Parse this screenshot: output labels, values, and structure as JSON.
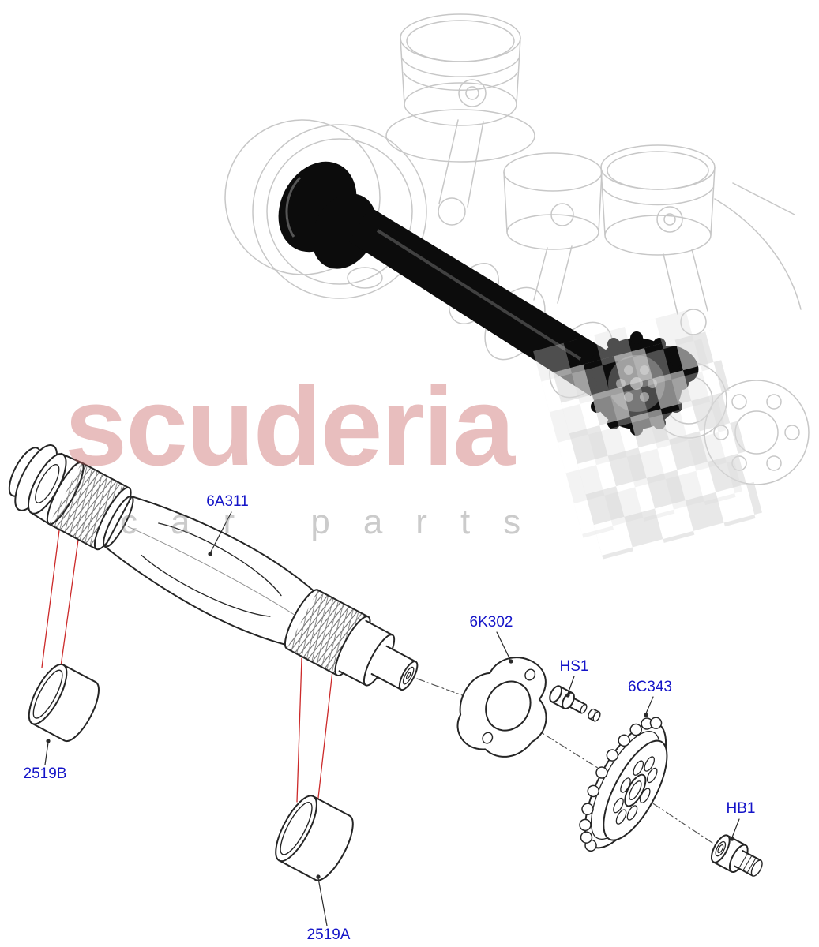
{
  "watermark": {
    "brand": "scuderia",
    "subtitle": "car parts",
    "brand_color": "#e2b2b2",
    "subtitle_color": "#d4d4d4"
  },
  "diagram": {
    "labels": [
      {
        "text": "6A311"
      },
      {
        "text": "6K302"
      },
      {
        "text": "HS1"
      },
      {
        "text": "6C343"
      },
      {
        "text": "HB1"
      },
      {
        "text": "2519B"
      },
      {
        "text": "2519A"
      }
    ]
  },
  "colors": {
    "label_link": "#1414c8",
    "leader_red": "#cc2a2a",
    "leader_black": "#2a2a2a",
    "drawing_light_gray": "#c7c7c7",
    "drawing_dark": "#252525",
    "highlight_part_black": "#0c0c0c",
    "checker_gray": "#d9d9d9"
  }
}
